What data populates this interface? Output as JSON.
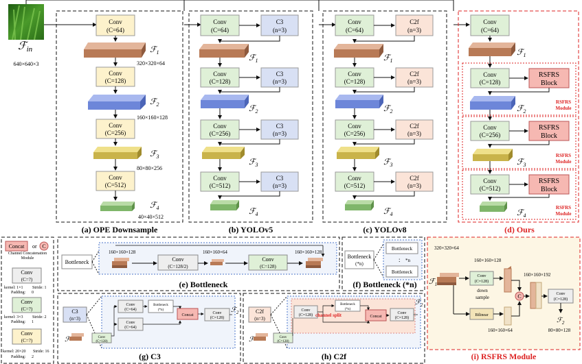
{
  "input": {
    "symbol": "ℱ",
    "sub": "in",
    "size": "640×640×3"
  },
  "panel_a": {
    "caption": "(a) OPE Downsample",
    "convs": [
      "Conv",
      "(C=64)",
      "Conv",
      "(C=128)",
      "Conv",
      "(C=256)",
      "Conv",
      "(C=512)"
    ],
    "features": [
      "1",
      "2",
      "3",
      "4"
    ],
    "sizes": [
      "320×320×64",
      "160×160×128",
      "80×80×256",
      "40×40×512"
    ]
  },
  "panel_b": {
    "caption": "(b) YOLOv5",
    "convs": [
      "Conv",
      "(C=64)",
      "Conv",
      "(C=128)",
      "Conv",
      "(C=256)",
      "Conv",
      "(C=512)"
    ],
    "blocks": [
      "C3",
      "(n=3)"
    ]
  },
  "panel_c": {
    "caption": "(c) YOLOv8",
    "convs": [
      "Conv",
      "(C=64)",
      "Conv",
      "(C=128)",
      "Conv",
      "(C=256)",
      "Conv",
      "(C=512)"
    ],
    "blocks": [
      "C2f",
      "(n=3)"
    ]
  },
  "panel_d": {
    "caption": "(d) Ours",
    "convs": [
      "Conv",
      "(C=64)",
      "Conv",
      "(C=128)",
      "Conv",
      "(C=256)",
      "Conv",
      "(C=512)"
    ],
    "rsfrs": [
      "RSFRS",
      "Block"
    ],
    "module_label": [
      "RSFRS",
      "Module"
    ]
  },
  "legend": {
    "concat": "Concat",
    "or": "or",
    "c": "C",
    "concat_desc": "Channel Concatenation Module",
    "conv": "Conv",
    "conv_c": "(C=?)",
    "k1": [
      "kernel: 1×1",
      "Stride: 1",
      "Padding:",
      "0"
    ],
    "k3": [
      "kernel: 3×3",
      "Stride: 2",
      "Padding:",
      "1"
    ],
    "k20": [
      "kernel: 20×20",
      "Stride: 16",
      "Padding:",
      "2"
    ]
  },
  "panel_e": {
    "caption": "(e) Bottleneck",
    "bottleneck": "Bottleneck",
    "sizes": [
      "160×160×128",
      "160×160×64",
      "160×160×128"
    ],
    "conv1": [
      "Conv",
      "(C=128/2)"
    ],
    "conv2": [
      "Conv",
      "(C=128)"
    ]
  },
  "panel_f": {
    "caption": "(f) Bottleneck (*n)",
    "bn": [
      "Bottleneck",
      "(*n)"
    ],
    "item": "Bottleneck",
    "ellipsis": ":",
    "n": "*n"
  },
  "panel_g": {
    "caption": "(g) C3",
    "c3": [
      "C3",
      "(n=3)"
    ],
    "conv64": [
      "Conv",
      "(C=64)"
    ],
    "bneck": [
      "Bottleneck",
      "(*n)"
    ],
    "concat": "Concat",
    "conv128": [
      "Conv",
      "(C=128)"
    ],
    "feat": "2"
  },
  "panel_h": {
    "caption": "(h) C2f",
    "c2f": [
      "C2f",
      "(n=3)"
    ],
    "conv128": [
      "Conv",
      "(C=128)"
    ],
    "split": "channel split",
    "bneck": [
      "Bottleneck",
      "(*n)"
    ],
    "concat": "Concat",
    "feat": "2"
  },
  "panel_i": {
    "caption": "(i) RSFRS Module",
    "size_in": "320×320×64",
    "size_a": "160×160×128",
    "size_b": "160×160×192",
    "size_c": "160×160×64",
    "size_out": "80×80×128",
    "conv": [
      "Conv",
      "(C=128)"
    ],
    "down": [
      "down",
      "sample"
    ],
    "bilinear": "Bilinear",
    "c": "C",
    "conv_out": [
      "Conv",
      "(C=128)"
    ],
    "feat_in": "1",
    "feat_out": "2"
  }
}
